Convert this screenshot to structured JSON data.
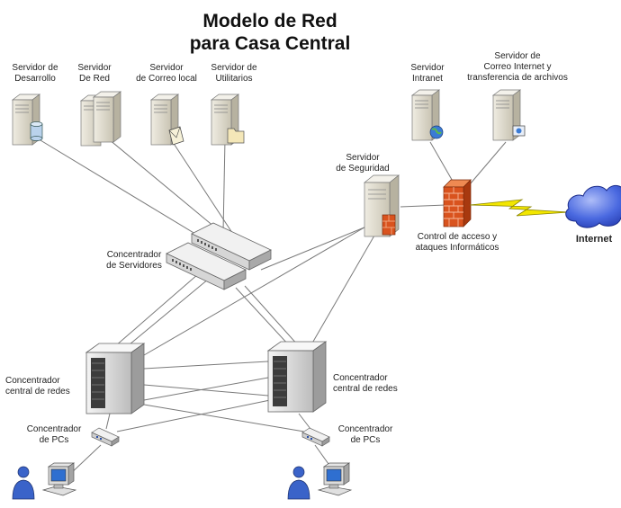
{
  "title": {
    "line1": "Modelo de Red",
    "line2": "para Casa Central"
  },
  "servers": {
    "desarrollo": [
      "Servidor de",
      "Desarrollo"
    ],
    "red": [
      "Servidor",
      "De Red"
    ],
    "correo_local": [
      "Servidor",
      "de Correo local"
    ],
    "utilitarios": [
      "Servidor de",
      "Utilitarios"
    ],
    "intranet": [
      "Servidor",
      "Intranet"
    ],
    "correo_internet": [
      "Servidor de",
      "Correo Internet y",
      "transferencia de archivos"
    ],
    "seguridad": [
      "Servidor",
      "de Seguridad"
    ]
  },
  "devices": {
    "firewall": [
      "Control de acceso y",
      "ataques Informáticos"
    ],
    "internet": "Internet",
    "concentrador_servidores": [
      "Concentrador",
      "de Servidores"
    ],
    "central_left": [
      "Concentrador",
      "central de redes"
    ],
    "central_right": [
      "Concentrador",
      "central de redes"
    ],
    "pcs_left": [
      "Concentrador",
      "de PCs"
    ],
    "pcs_right": [
      "Concentrador",
      "de PCs"
    ]
  },
  "colors": {
    "line": "#7a7a7a",
    "server_body": "#d8d4c6",
    "firewall": "#d9531e",
    "lightning": "#f2e600",
    "cloud": "#3d5fd6"
  }
}
